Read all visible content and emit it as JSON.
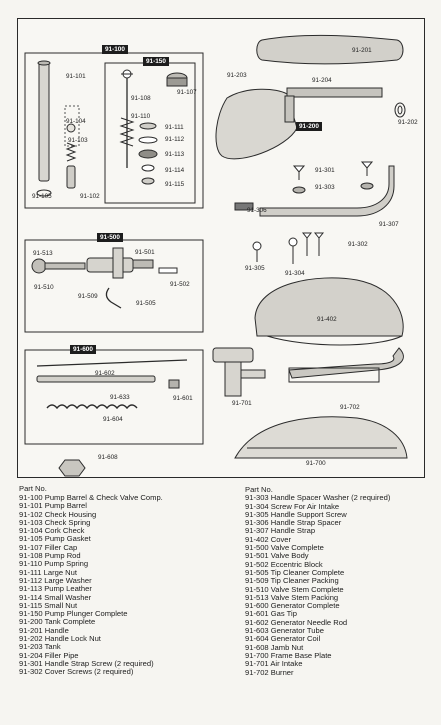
{
  "diagram": {
    "tags": [
      {
        "id": "tag-91-100",
        "text": "91-100"
      },
      {
        "id": "tag-91-150",
        "text": "91-150"
      },
      {
        "id": "tag-91-200",
        "text": "91-200"
      },
      {
        "id": "tag-91-500",
        "text": "91-500"
      },
      {
        "id": "tag-91-600",
        "text": "91-600"
      }
    ],
    "labels": [
      {
        "id": "l-91-101",
        "text": "91-101"
      },
      {
        "id": "l-91-104",
        "text": "91-104"
      },
      {
        "id": "l-91-103",
        "text": "91-103"
      },
      {
        "id": "l-91-105",
        "text": "91-105"
      },
      {
        "id": "l-91-102",
        "text": "91-102"
      },
      {
        "id": "l-91-108",
        "text": "91-108"
      },
      {
        "id": "l-91-110",
        "text": "91-110"
      },
      {
        "id": "l-91-107",
        "text": "91-107"
      },
      {
        "id": "l-91-111",
        "text": "91-111"
      },
      {
        "id": "l-91-112",
        "text": "91-112"
      },
      {
        "id": "l-91-113",
        "text": "91-113"
      },
      {
        "id": "l-91-114",
        "text": "91-114"
      },
      {
        "id": "l-91-115",
        "text": "91-115"
      },
      {
        "id": "l-91-201",
        "text": "91-201"
      },
      {
        "id": "l-91-203",
        "text": "91-203"
      },
      {
        "id": "l-91-204",
        "text": "91-204"
      },
      {
        "id": "l-91-202",
        "text": "91-202"
      },
      {
        "id": "l-91-301",
        "text": "91-301"
      },
      {
        "id": "l-91-303",
        "text": "91-303"
      },
      {
        "id": "l-91-306",
        "text": "91-306"
      },
      {
        "id": "l-91-307",
        "text": "91-307"
      },
      {
        "id": "l-91-513",
        "text": "91-513"
      },
      {
        "id": "l-91-501",
        "text": "91-501"
      },
      {
        "id": "l-91-510",
        "text": "91-510"
      },
      {
        "id": "l-91-509",
        "text": "91-509"
      },
      {
        "id": "l-91-505",
        "text": "91-505"
      },
      {
        "id": "l-91-502",
        "text": "91-502"
      },
      {
        "id": "l-91-304",
        "text": "91-304"
      },
      {
        "id": "l-91-305",
        "text": "91-305"
      },
      {
        "id": "l-91-302",
        "text": "91-302"
      },
      {
        "id": "l-91-402",
        "text": "91-402"
      },
      {
        "id": "l-91-602",
        "text": "91-602"
      },
      {
        "id": "l-91-633",
        "text": "91-633"
      },
      {
        "id": "l-91-601",
        "text": "91-601"
      },
      {
        "id": "l-91-604",
        "text": "91-604"
      },
      {
        "id": "l-91-608",
        "text": "91-608"
      },
      {
        "id": "l-91-701",
        "text": "91-701"
      },
      {
        "id": "l-91-702",
        "text": "91-702"
      },
      {
        "id": "l-91-700",
        "text": "91-700"
      }
    ]
  },
  "parts": {
    "title": "Part No.",
    "right_title": "Part No.",
    "left": [
      "91-100 Pump Barrel & Check Valve Comp.",
      "91-101 Pump Barrel",
      "91-102 Check Housing",
      "91-103 Check Spring",
      "91-104 Cork Check",
      "91-105 Pump Gasket",
      "91-107 Filler Cap",
      "91-108 Pump Rod",
      "91-110 Pump Spring",
      "91-111 Large Nut",
      "91-112 Large Washer",
      "91-113 Pump Leather",
      "91-114 Small Washer",
      "91-115 Small Nut",
      "91-150 Pump Plunger Complete",
      "91-200 Tank Complete",
      "91-201 Handle",
      "91-202 Handle Lock Nut",
      "91-203 Tank",
      "91-204 Filler Pipe",
      "91-301 Handle Strap Screw (2 required)",
      "91-302 Cover Screws (2 required)"
    ],
    "right": [
      "91-303 Handle Spacer Washer (2 required)",
      "91-304 Screw For Air Intake",
      "91-305 Handle Support Screw",
      "91-306 Handle Strap Spacer",
      "91-307 Handle Strap",
      "91-402 Cover",
      "91-500 Valve Complete",
      "91-501 Valve Body",
      "91-502 Eccentric Block",
      "91-505 Tip Cleaner Complete",
      "91-509 Tip Cleaner Packing",
      "91-510 Valve Stem Complete",
      "91-513 Valve Stem Packing",
      "91-600 Generator Complete",
      "91-601 Gas Tip",
      "91-602 Generator Needle Rod",
      "91-603 Generator Tube",
      "91-604 Generator Coil",
      "91-608 Jamb Nut",
      "91-700 Frame Base Plate",
      "91-701 Air Intake",
      "91-702 Burner"
    ]
  }
}
